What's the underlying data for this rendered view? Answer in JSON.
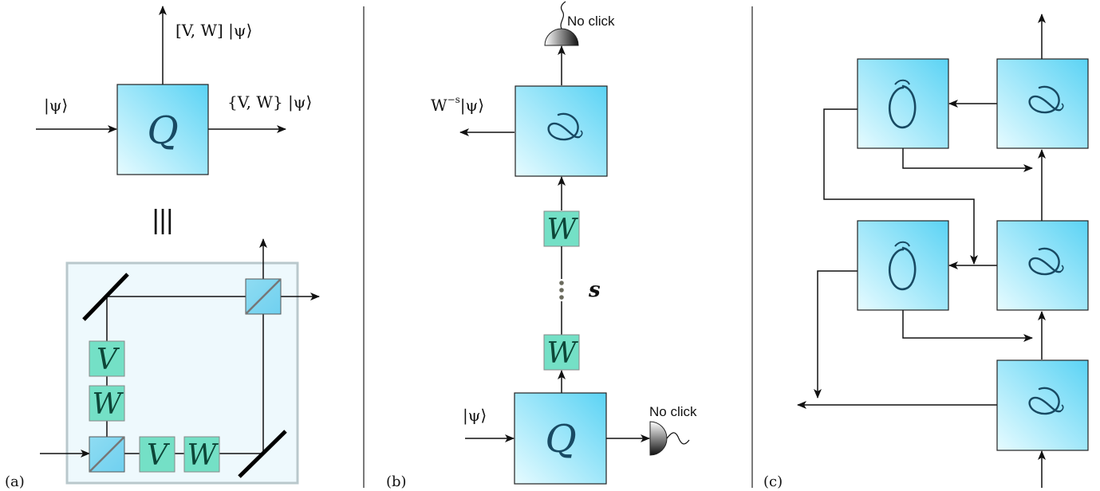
{
  "panels": {
    "a": {
      "label": "(a)",
      "input_label": "|ψ⟩",
      "top_output_label": "[V, W] |ψ⟩",
      "right_output_label": "{V, W} |ψ⟩",
      "box_symbol": "Q",
      "equivalence_symbol": "|||",
      "gates": {
        "v": "V",
        "w": "W"
      }
    },
    "b": {
      "label": "(b)",
      "input_label": "|ψ⟩",
      "output_label_base": "W",
      "output_label_sup": "−s",
      "output_label_ket": "|ψ⟩",
      "detector_top_label": "No click",
      "detector_bottom_label": "No click",
      "repeat_label": "s",
      "gate_label": "W",
      "box_symbol": "Q"
    },
    "c": {
      "label": "(c)"
    }
  },
  "colors": {
    "box_light": "#e6fbff",
    "box_dark": "#5bd3f4",
    "gate_fill": "#74e0c6",
    "arrow": "#111111",
    "mirror": "#000000",
    "apparatus_fill": "#eef9fd",
    "apparatus_border": "#b9c8cc"
  }
}
